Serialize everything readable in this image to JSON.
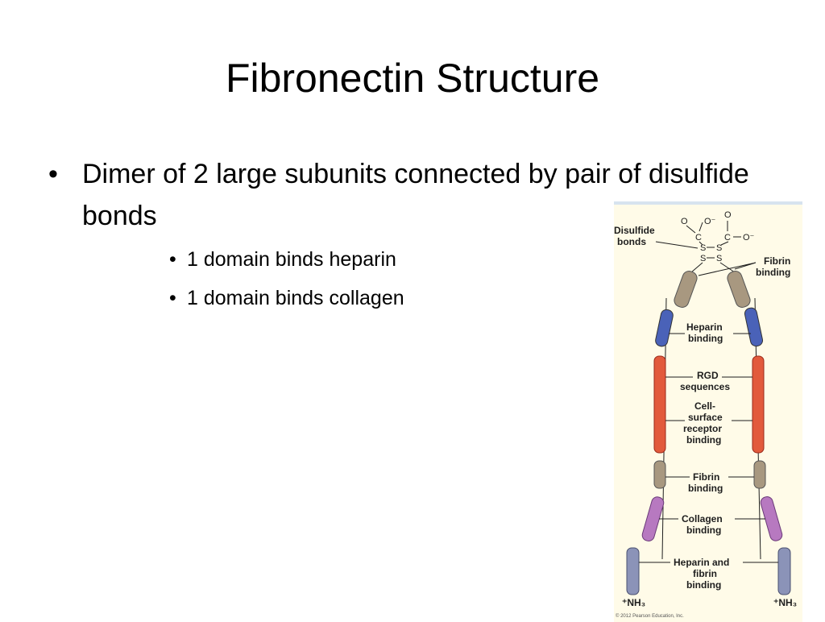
{
  "slide": {
    "title": "Fibronectin Structure",
    "bullets": [
      {
        "text": "Dimer of 2 large subunits connected by pair of disulfide bonds",
        "sub": [
          "1 domain binds heparin",
          "1 domain binds collagen"
        ]
      }
    ]
  },
  "figure": {
    "labels": {
      "disulfide_line1": "Disulfide",
      "disulfide_line2": "bonds",
      "fibrin_top_line1": "Fibrin",
      "fibrin_top_line2": "binding",
      "heparin_line1": "Heparin",
      "heparin_line2": "binding",
      "rgd_line1": "RGD",
      "rgd_line2": "sequences",
      "cell_line1": "Cell-",
      "cell_line2": "surface",
      "cell_line3": "receptor",
      "cell_line4": "binding",
      "fibrin_mid_line1": "Fibrin",
      "fibrin_mid_line2": "binding",
      "collagen_line1": "Collagen",
      "collagen_line2": "binding",
      "hepfib_line1": "Heparin and",
      "hepfib_line2": "fibrin",
      "hepfib_line3": "binding",
      "nh3_left": "⁺NH₃",
      "nh3_right": "⁺NH₃"
    },
    "chem": {
      "o1": "O",
      "o_minus1": "O⁻",
      "o2": "O",
      "o_minus2": "O⁻",
      "c1": "C",
      "c2": "C",
      "s1": "S",
      "s2": "S",
      "s3": "S",
      "s4": "S"
    },
    "credit": "© 2012 Pearson Education, Inc.",
    "colors": {
      "fibrin": "#a89880",
      "heparin": "#4a62b8",
      "cell": "#e25a3c",
      "collagen": "#b779c0",
      "hepfib": "#8b93b8"
    }
  }
}
